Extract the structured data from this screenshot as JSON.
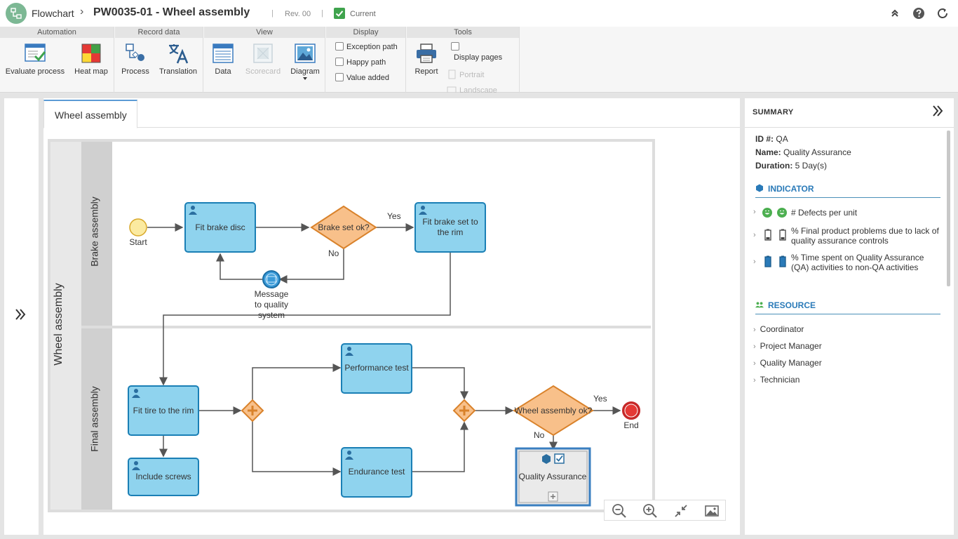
{
  "header": {
    "app_name": "Flowchart",
    "separator": "›",
    "doc_title": "PW0035-01 - Wheel assembly",
    "revision": "Rev. 00",
    "status": "Current",
    "pipe": "|"
  },
  "ribbon": {
    "groups": [
      {
        "title": "Automation"
      },
      {
        "title": "Record data"
      },
      {
        "title": "View"
      },
      {
        "title": "Display"
      },
      {
        "title": "Tools"
      }
    ],
    "buttons": {
      "evaluate_process": "Evaluate process",
      "heat_map": "Heat map",
      "process": "Process",
      "translation": "Translation",
      "data": "Data",
      "scorecard": "Scorecard",
      "diagram": "Diagram",
      "report": "Report"
    },
    "display_checks": {
      "exception_path": "Exception path",
      "happy_path": "Happy path",
      "value_added": "Value added"
    },
    "tools_checks": {
      "display_pages": "Display pages",
      "portrait": "Portrait",
      "landscape": "Landscape"
    }
  },
  "canvas": {
    "tab": "Wheel assembly",
    "pool": "Wheel assembly",
    "lanes": [
      "Brake assembly",
      "Final assembly"
    ],
    "nodes": {
      "start": "Start",
      "fit_brake_disc": "Fit brake disc",
      "brake_set_ok": "Brake set ok?",
      "fit_brake_set_1": "Fit brake set to",
      "fit_brake_set_2": "the rim",
      "message_1": "Message",
      "message_2": "to quality",
      "message_3": "system",
      "fit_tire": "Fit tire to the rim",
      "include_screws": "Include screws",
      "performance_test": "Performance test",
      "endurance_test": "Endurance test",
      "wheel_assembly_ok": "Wheel assembly ok?",
      "end": "End",
      "quality_assurance": "Quality Assurance"
    },
    "edge_labels": {
      "yes_1": "Yes",
      "no_1": "No",
      "yes_2": "Yes",
      "no_2": "No"
    }
  },
  "summary": {
    "title": "SUMMARY",
    "id_label": "ID #:",
    "id_value": "QA",
    "name_label": "Name:",
    "name_value": "Quality Assurance",
    "duration_label": "Duration:",
    "duration_value": "5 Day(s)",
    "indicator_title": "INDICATOR",
    "indicators": [
      {
        "text": "# Defects per unit"
      },
      {
        "text": "% Final product problems due to lack of quality assurance controls"
      },
      {
        "text": "% Time spent on Quality Assurance (QA) activities to non-QA activities"
      }
    ],
    "resource_title": "RESOURCE",
    "resources": [
      "Coordinator",
      "Project Manager",
      "Quality Manager",
      "Technician"
    ]
  },
  "colors": {
    "task_fill": "#8fd3ee",
    "task_stroke": "#1a7fb5",
    "gateway_fill": "#f8c08a",
    "gateway_stroke": "#d9822b",
    "accent": "#2a7ab8"
  }
}
